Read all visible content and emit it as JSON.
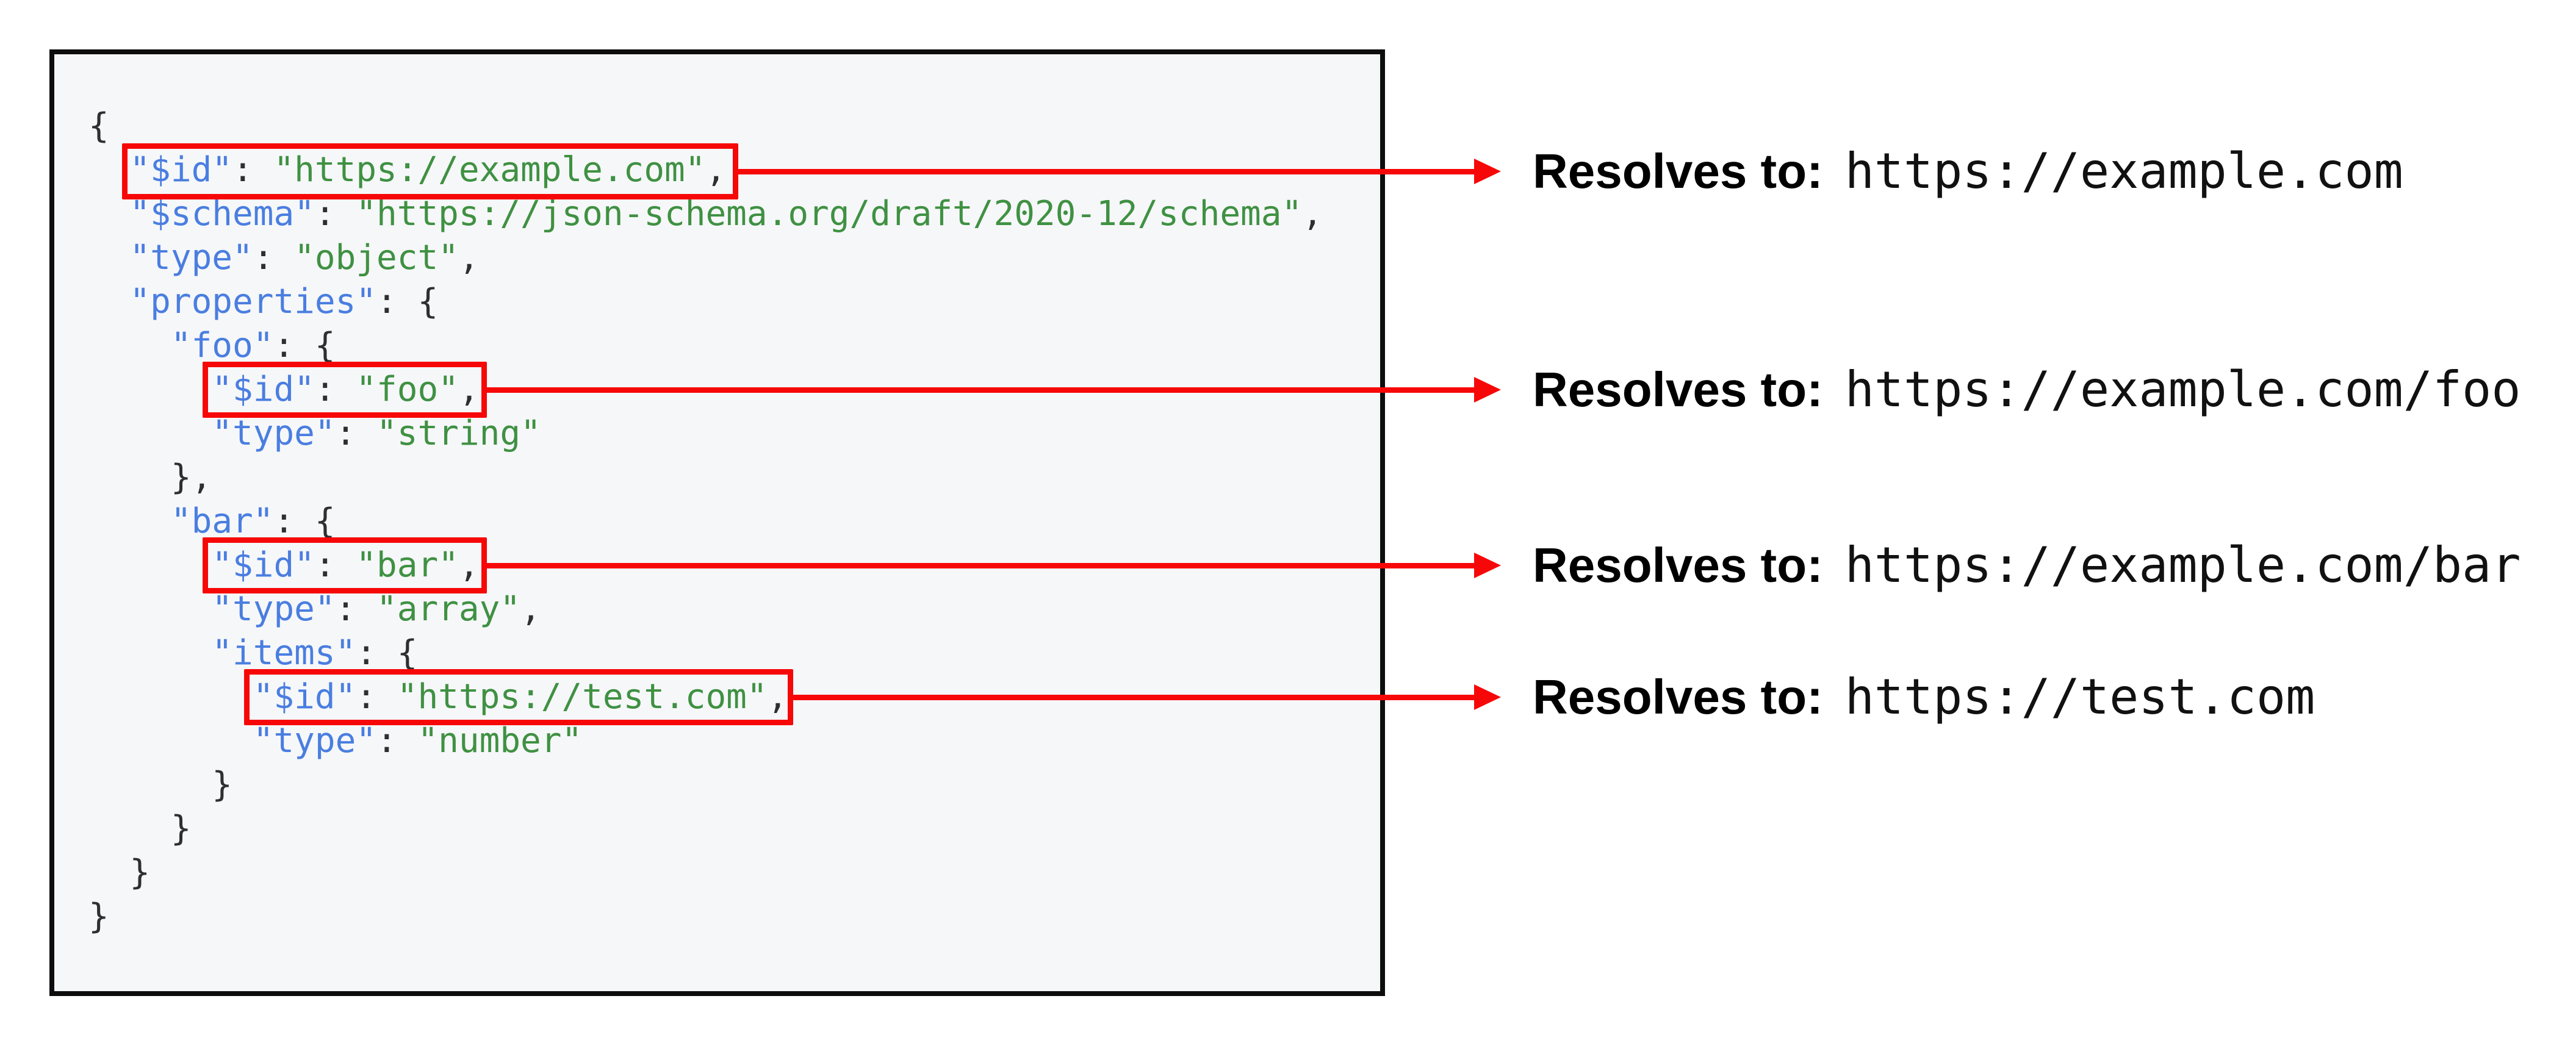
{
  "figure": {
    "description": "JSON Schema $id resolution example: schema source with highlighted $id declarations and the URIs they resolve to"
  },
  "colors": {
    "highlight_red": "#f70808",
    "key_blue": "#4a7ee0",
    "string_green": "#3f9142",
    "punctuation": "#2e2e33",
    "code_background": "#f6f7f9",
    "panel_border": "#0d0d0d",
    "page_background": "#ffffff"
  },
  "code_box": {
    "lines": [
      {
        "tokens": [
          {
            "t": "{",
            "c": "p"
          }
        ]
      },
      {
        "tokens": [
          {
            "t": "  ",
            "c": "p"
          },
          {
            "t": "\"$id\"",
            "c": "k"
          },
          {
            "t": ": ",
            "c": "p"
          },
          {
            "t": "\"https://example.com\"",
            "c": "s"
          },
          {
            "t": ",",
            "c": "p"
          }
        ],
        "highlighted": true
      },
      {
        "tokens": [
          {
            "t": "  ",
            "c": "p"
          },
          {
            "t": "\"$schema\"",
            "c": "k"
          },
          {
            "t": ": ",
            "c": "p"
          },
          {
            "t": "\"https://json-schema.org/draft/2020-12/schema\"",
            "c": "s"
          },
          {
            "t": ",",
            "c": "p"
          }
        ]
      },
      {
        "tokens": [
          {
            "t": "  ",
            "c": "p"
          },
          {
            "t": "\"type\"",
            "c": "k"
          },
          {
            "t": ": ",
            "c": "p"
          },
          {
            "t": "\"object\"",
            "c": "s"
          },
          {
            "t": ",",
            "c": "p"
          }
        ]
      },
      {
        "tokens": [
          {
            "t": "  ",
            "c": "p"
          },
          {
            "t": "\"properties\"",
            "c": "k"
          },
          {
            "t": ": {",
            "c": "p"
          }
        ]
      },
      {
        "tokens": [
          {
            "t": "    ",
            "c": "p"
          },
          {
            "t": "\"foo\"",
            "c": "k"
          },
          {
            "t": ": {",
            "c": "p"
          }
        ]
      },
      {
        "tokens": [
          {
            "t": "      ",
            "c": "p"
          },
          {
            "t": "\"$id\"",
            "c": "k"
          },
          {
            "t": ": ",
            "c": "p"
          },
          {
            "t": "\"foo\"",
            "c": "s"
          },
          {
            "t": ",",
            "c": "p"
          }
        ],
        "highlighted": true
      },
      {
        "tokens": [
          {
            "t": "      ",
            "c": "p"
          },
          {
            "t": "\"type\"",
            "c": "k"
          },
          {
            "t": ": ",
            "c": "p"
          },
          {
            "t": "\"string\"",
            "c": "s"
          }
        ]
      },
      {
        "tokens": [
          {
            "t": "    },",
            "c": "p"
          }
        ]
      },
      {
        "tokens": [
          {
            "t": "    ",
            "c": "p"
          },
          {
            "t": "\"bar\"",
            "c": "k"
          },
          {
            "t": ": {",
            "c": "p"
          }
        ]
      },
      {
        "tokens": [
          {
            "t": "      ",
            "c": "p"
          },
          {
            "t": "\"$id\"",
            "c": "k"
          },
          {
            "t": ": ",
            "c": "p"
          },
          {
            "t": "\"bar\"",
            "c": "s"
          },
          {
            "t": ",",
            "c": "p"
          }
        ],
        "highlighted": true
      },
      {
        "tokens": [
          {
            "t": "      ",
            "c": "p"
          },
          {
            "t": "\"type\"",
            "c": "k"
          },
          {
            "t": ": ",
            "c": "p"
          },
          {
            "t": "\"array\"",
            "c": "s"
          },
          {
            "t": ",",
            "c": "p"
          }
        ]
      },
      {
        "tokens": [
          {
            "t": "      ",
            "c": "p"
          },
          {
            "t": "\"items\"",
            "c": "k"
          },
          {
            "t": ": {",
            "c": "p"
          }
        ]
      },
      {
        "tokens": [
          {
            "t": "        ",
            "c": "p"
          },
          {
            "t": "\"$id\"",
            "c": "k"
          },
          {
            "t": ": ",
            "c": "p"
          },
          {
            "t": "\"https://test.com\"",
            "c": "s"
          },
          {
            "t": ",",
            "c": "p"
          }
        ],
        "highlighted": true
      },
      {
        "tokens": [
          {
            "t": "        ",
            "c": "p"
          },
          {
            "t": "\"type\"",
            "c": "k"
          },
          {
            "t": ": ",
            "c": "p"
          },
          {
            "t": "\"number\"",
            "c": "s"
          }
        ]
      },
      {
        "tokens": [
          {
            "t": "      }",
            "c": "p"
          }
        ]
      },
      {
        "tokens": [
          {
            "t": "    }",
            "c": "p"
          }
        ]
      },
      {
        "tokens": [
          {
            "t": "  }",
            "c": "p"
          }
        ]
      },
      {
        "tokens": [
          {
            "t": "}",
            "c": "p"
          }
        ]
      }
    ]
  },
  "annotations": [
    {
      "label": "Resolves to:",
      "value": "https://example.com"
    },
    {
      "label": "Resolves to:",
      "value": "https://example.com/foo"
    },
    {
      "label": "Resolves to:",
      "value": "https://example.com/bar"
    },
    {
      "label": "Resolves to:",
      "value": "https://test.com"
    }
  ]
}
